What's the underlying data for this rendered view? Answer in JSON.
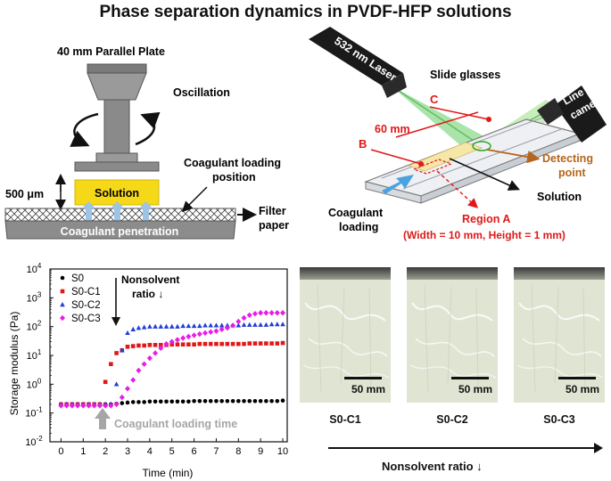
{
  "figure": {
    "title": "Phase separation dynamics in PVDF-HFP solutions"
  },
  "rheometer": {
    "plate_label": "40 mm Parallel Plate",
    "oscillation_label": "Oscillation",
    "gap_label": "500 μm",
    "solution_label": "Solution",
    "coagulant_loading_position_label": "Coagulant loading position",
    "filter_paper_label": "Filter paper",
    "coagulant_penetration_label": "Coagulant penetration",
    "colors": {
      "solution": "#f5d817",
      "arrows": "#9dc3e6",
      "device": "#8c8c8c"
    }
  },
  "optical": {
    "laser_label": "532 nm Laser",
    "camera_label": "Line scan camera",
    "slide_glasses_label": "Slide glasses",
    "distance_label": "60 mm",
    "point_b_label": "B",
    "point_c_label": "C",
    "detecting_point_label": "Detecting point",
    "solution_label": "Solution",
    "coagulant_loading_label": "Coagulant loading",
    "region_a_label": "Region A",
    "region_a_dims": "(Width = 10 mm, Height = 1 mm)",
    "colors": {
      "beam": "#3cbf3c",
      "marker": "#e01818",
      "detect": "#b5651d",
      "inlet": "#4aa3df"
    }
  },
  "chart_data": {
    "type": "scatter",
    "xlabel": "Time (min)",
    "ylabel": "Storage modulus (Pa)",
    "xlim": [
      -0.5,
      10.2
    ],
    "ylim_log10": [
      -2,
      4
    ],
    "yscale": "log",
    "x_ticks": [
      "0",
      "1",
      "2",
      "3",
      "4",
      "5",
      "6",
      "7",
      "8",
      "9",
      "10"
    ],
    "y_tick_labels": [
      {
        "base": "10",
        "exp": "-2",
        "pow": -2
      },
      {
        "base": "10",
        "exp": "-1",
        "pow": -1
      },
      {
        "base": "10",
        "exp": "0",
        "pow": 0
      },
      {
        "base": "10",
        "exp": "1",
        "pow": 1
      },
      {
        "base": "10",
        "exp": "2",
        "pow": 2
      },
      {
        "base": "10",
        "exp": "3",
        "pow": 3
      },
      {
        "base": "10",
        "exp": "4",
        "pow": 4
      }
    ],
    "legend_position": "top-left",
    "series": [
      {
        "name": "S0",
        "color": "#000000",
        "marker": "circle",
        "x": [
          0,
          0.25,
          0.5,
          0.75,
          1,
          1.25,
          1.5,
          1.75,
          2,
          2.25,
          2.5,
          2.75,
          3,
          3.25,
          3.5,
          3.75,
          4,
          4.25,
          4.5,
          4.75,
          5,
          5.25,
          5.5,
          5.75,
          6,
          6.25,
          6.5,
          6.75,
          7,
          7.25,
          7.5,
          7.75,
          8,
          8.25,
          8.5,
          8.75,
          9,
          9.25,
          9.5,
          9.75,
          10
        ],
        "y": [
          0.2,
          0.2,
          0.2,
          0.2,
          0.2,
          0.2,
          0.2,
          0.2,
          0.2,
          0.2,
          0.21,
          0.22,
          0.23,
          0.24,
          0.24,
          0.24,
          0.25,
          0.25,
          0.25,
          0.25,
          0.25,
          0.25,
          0.25,
          0.25,
          0.26,
          0.26,
          0.26,
          0.26,
          0.26,
          0.26,
          0.26,
          0.26,
          0.26,
          0.26,
          0.26,
          0.26,
          0.26,
          0.26,
          0.26,
          0.26,
          0.27
        ]
      },
      {
        "name": "S0-C1",
        "color": "#e01818",
        "marker": "square",
        "x": [
          0,
          0.25,
          0.5,
          0.75,
          1,
          1.25,
          1.5,
          1.75,
          2,
          2.25,
          2.5,
          2.75,
          3,
          3.25,
          3.5,
          3.75,
          4,
          4.25,
          4.5,
          4.75,
          5,
          5.25,
          5.5,
          5.75,
          6,
          6.25,
          6.5,
          6.75,
          7,
          7.25,
          7.5,
          7.75,
          8,
          8.25,
          8.5,
          8.75,
          9,
          9.25,
          9.5,
          9.75,
          10
        ],
        "y": [
          0.2,
          0.2,
          0.2,
          0.2,
          0.2,
          0.2,
          0.2,
          0.2,
          1.2,
          5,
          12,
          15,
          20,
          21,
          22,
          22,
          23,
          23,
          23,
          23,
          24,
          24,
          24,
          24,
          24,
          25,
          25,
          25,
          25,
          25,
          25,
          25,
          25,
          25,
          26,
          26,
          26,
          26,
          26,
          26,
          27
        ]
      },
      {
        "name": "S0-C2",
        "color": "#1f3fd6",
        "marker": "triangle",
        "x": [
          0,
          0.25,
          0.5,
          0.75,
          1,
          1.25,
          1.5,
          1.75,
          2,
          2.25,
          2.5,
          2.75,
          3,
          3.25,
          3.5,
          3.75,
          4,
          4.25,
          4.5,
          4.75,
          5,
          5.25,
          5.5,
          5.75,
          6,
          6.25,
          6.5,
          6.75,
          7,
          7.25,
          7.5,
          7.75,
          8,
          8.25,
          8.5,
          8.75,
          9,
          9.25,
          9.5,
          9.75,
          10
        ],
        "y": [
          0.2,
          0.2,
          0.2,
          0.2,
          0.2,
          0.2,
          0.2,
          0.2,
          0.2,
          0.2,
          1,
          15,
          60,
          80,
          90,
          95,
          100,
          100,
          100,
          100,
          100,
          100,
          105,
          105,
          105,
          105,
          110,
          110,
          110,
          110,
          110,
          110,
          110,
          115,
          115,
          115,
          115,
          115,
          120,
          120,
          120
        ]
      },
      {
        "name": "S0-C3",
        "color": "#e81ce8",
        "marker": "diamond",
        "x": [
          0,
          0.25,
          0.5,
          0.75,
          1,
          1.25,
          1.5,
          1.75,
          2,
          2.25,
          2.5,
          2.75,
          3,
          3.25,
          3.5,
          3.75,
          4,
          4.25,
          4.5,
          4.75,
          5,
          5.25,
          5.5,
          5.75,
          6,
          6.25,
          6.5,
          6.75,
          7,
          7.25,
          7.5,
          7.75,
          8,
          8.25,
          8.5,
          8.75,
          9,
          9.25,
          9.5,
          9.75,
          10
        ],
        "y": [
          0.18,
          0.18,
          0.18,
          0.18,
          0.18,
          0.18,
          0.18,
          0.18,
          0.18,
          0.18,
          0.2,
          0.35,
          0.7,
          1.4,
          3,
          5,
          8,
          12,
          18,
          25,
          30,
          35,
          40,
          45,
          50,
          55,
          60,
          65,
          70,
          80,
          90,
          110,
          150,
          200,
          250,
          280,
          300,
          300,
          300,
          300,
          300
        ]
      }
    ],
    "annotations": {
      "nonsolvent_line1": "Nonsolvent",
      "nonsolvent_line2": "ratio ↓",
      "loading_time": "Coagulant loading time",
      "loading_color": "#a6a6a6"
    }
  },
  "photos": {
    "items": [
      {
        "label": "S0-C1",
        "scale": "50 mm"
      },
      {
        "label": "S0-C2",
        "scale": "50 mm"
      },
      {
        "label": "S0-C3",
        "scale": "50 mm"
      }
    ],
    "axis_label": "Nonsolvent ratio ↓",
    "bg_color": "#dfe5d2"
  }
}
